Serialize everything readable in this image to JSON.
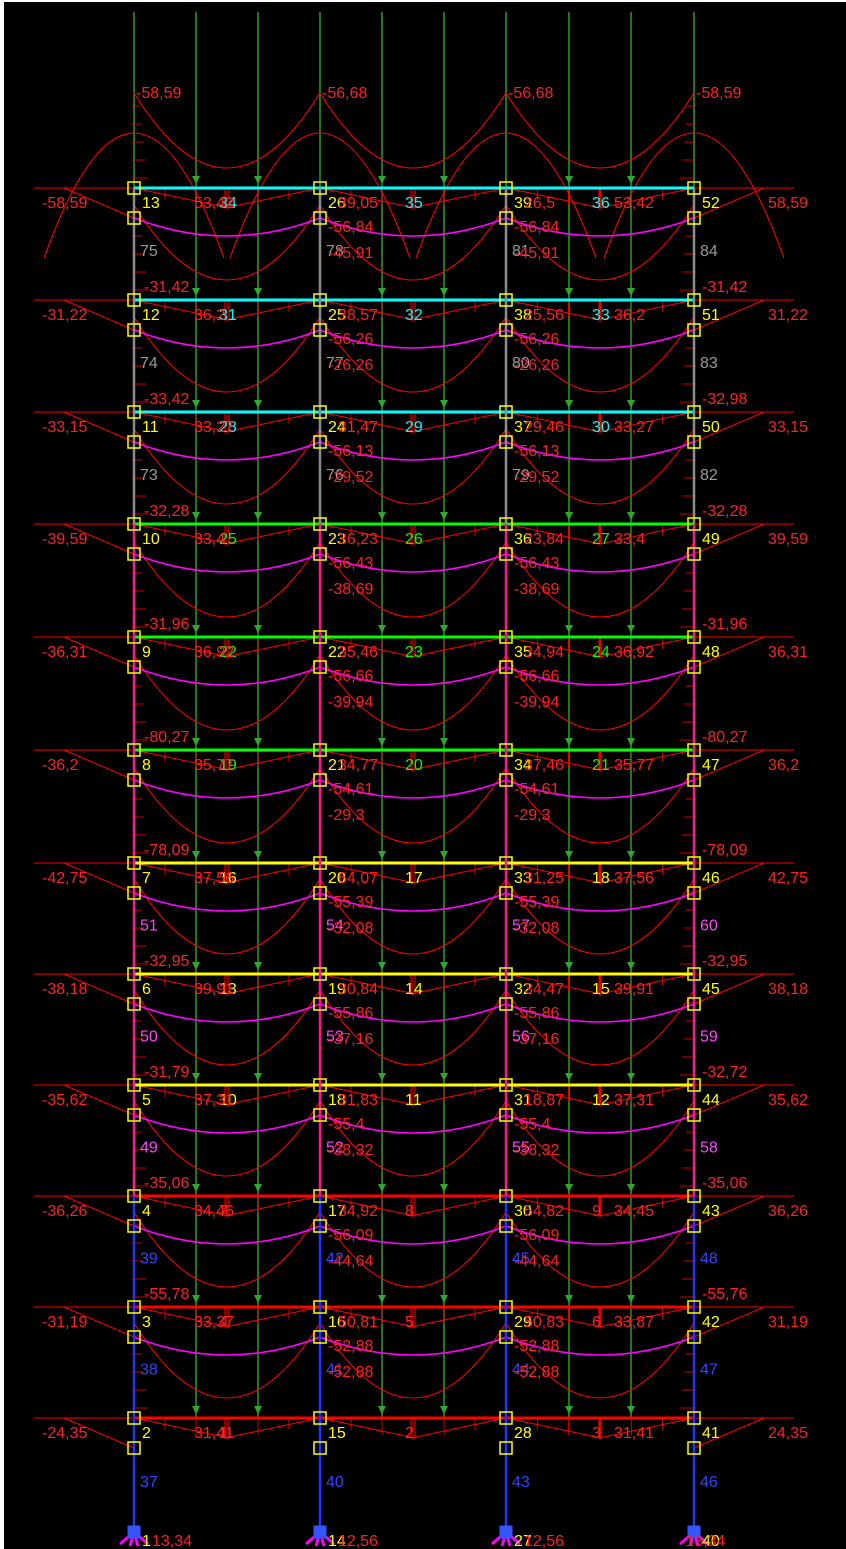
{
  "colors": {
    "background": "#000000",
    "load_arrow": "#2fa82f",
    "moment": "#ff0000",
    "deflection": "#ff00ff",
    "node": "#ffff00",
    "beam_top": "#00ffff",
    "beam_mid": "#00ff00",
    "beam_low": "#ffff00",
    "beam_base": "#ff0000",
    "column_grey": "#8c8c8c",
    "column_magenta": "#ff1493",
    "column_blue": "#2233ff",
    "label_red": "#ff2020",
    "label_cyan": "#00ffff",
    "label_green": "#00ff00",
    "label_yellow": "#ffff00",
    "label_grey": "#9a9a9a",
    "label_magenta": "#ff44ff",
    "label_blue": "#3344ff"
  },
  "structure": {
    "bays": 3,
    "stories": 12,
    "node_labels": [
      [
        "2",
        "15",
        "28",
        "41"
      ],
      [
        "3",
        "16",
        "29",
        "42"
      ],
      [
        "4",
        "17",
        "30",
        "43"
      ],
      [
        "5",
        "18",
        "31",
        "44"
      ],
      [
        "6",
        "19",
        "32",
        "45"
      ],
      [
        "7",
        "20",
        "33",
        "46"
      ],
      [
        "8",
        "21",
        "34",
        "47"
      ],
      [
        "9",
        "22",
        "35",
        "48"
      ],
      [
        "10",
        "23",
        "36",
        "49"
      ],
      [
        "11",
        "24",
        "37",
        "50"
      ],
      [
        "12",
        "25",
        "38",
        "51"
      ],
      [
        "13",
        "26",
        "39",
        "52"
      ]
    ],
    "base_node_labels": [
      "1",
      "14",
      "27",
      "40"
    ],
    "beam_labels": [
      [
        "1",
        "2",
        "3"
      ],
      [
        "4",
        "5",
        "6"
      ],
      [
        "7",
        "8",
        "9"
      ],
      [
        "10",
        "11",
        "12"
      ],
      [
        "13",
        "14",
        "15"
      ],
      [
        "16",
        "17",
        "18"
      ],
      [
        "19",
        "20",
        "21"
      ],
      [
        "22",
        "23",
        "24"
      ],
      [
        "25",
        "26",
        "27"
      ],
      [
        "28",
        "29",
        "30"
      ],
      [
        "31",
        "32",
        "33"
      ],
      [
        "34",
        "35",
        "36"
      ]
    ],
    "column_labels": [
      [
        "37",
        "40",
        "43",
        "46"
      ],
      [
        "38",
        "41",
        "44",
        "47"
      ],
      [
        "39",
        "42",
        "45",
        "48"
      ],
      [
        "49",
        "52",
        "55",
        "58"
      ],
      [
        "50",
        "53",
        "56",
        "59"
      ],
      [
        "51",
        "54",
        "57",
        "60"
      ],
      [
        "",
        "",
        "",
        ""
      ],
      [
        "",
        "",
        "",
        ""
      ],
      [
        "",
        "",
        "",
        ""
      ],
      [
        "73",
        "76",
        "79",
        "82"
      ],
      [
        "74",
        "77",
        "80",
        "83"
      ],
      [
        "75",
        "78",
        "81",
        "84"
      ]
    ]
  },
  "moments": {
    "edge_left": [
      "-24,35",
      "-31,19",
      "-36,26",
      "-35,62",
      "-38,18",
      "-42,75",
      "-36,2",
      "-36,31",
      "-39,59",
      "-33,15",
      "-31,22",
      "-58,59"
    ],
    "edge_right": [
      "24,35",
      "31,19",
      "36,26",
      "35,62",
      "38,18",
      "42,75",
      "36,2",
      "36,31",
      "39,59",
      "33,15",
      "31,22",
      "58,59"
    ],
    "top_values": [
      "-58,59",
      "-56,68",
      "-56,68",
      "-58,59"
    ],
    "base_values": [
      "13,34",
      "12,56",
      "12,56",
      "-13,34"
    ],
    "beam_end_left": [
      "31,41",
      "33,37",
      "34,46",
      "37,31",
      "39,91",
      "37,56",
      "35,77",
      "36,92",
      "33,4",
      "33,27",
      "36,2",
      "53,42"
    ],
    "beam_end_right": [
      "31,41",
      "33,87",
      "34,45",
      "37,31",
      "39,91",
      "37,56",
      "35,77",
      "36,92",
      "33,4",
      "33,27",
      "36,2",
      "53,42"
    ],
    "beam_end_mid": [
      "",
      "50,81",
      "34,92",
      "31,83",
      "30,84",
      "64,07",
      "34,77",
      "35,46",
      "36,23",
      "31,47",
      "38,57",
      "39,05"
    ],
    "beam_end_mid_b": [
      "",
      "50,83",
      "54,82",
      "18,87",
      "34,47",
      "31,25",
      "37,46",
      "34,94",
      "23,84",
      "29,46",
      "25,56",
      "26,5"
    ],
    "span_mid": [
      "",
      "-52,88",
      "-56,09",
      "-55,4",
      "-55,86",
      "-55,39",
      "-54,61",
      "-56,66",
      "-56,43",
      "-56,13",
      "-56,26",
      "-56,84"
    ],
    "span_mid_b": [
      "",
      "-52,88",
      "-44,64",
      "-38,32",
      "-37,16",
      "-32,08",
      "-29,3",
      "-39,94",
      "-38,69",
      "-29,52",
      "-26,26",
      "-45,91"
    ],
    "col_top_right": [
      "",
      "-55,76",
      "-35,06",
      "-32,72",
      "-32,95",
      "-78,09",
      "-80,27",
      "-31,96",
      "-32,28",
      "-32,98",
      "-31,42",
      ""
    ],
    "col_top_left": [
      "",
      "-55,78",
      "-35,06",
      "-31,79",
      "-32,95",
      "-78,09",
      "-80,27",
      "-31,96",
      "-32,28",
      "-33,42",
      "-31,42",
      ""
    ]
  }
}
